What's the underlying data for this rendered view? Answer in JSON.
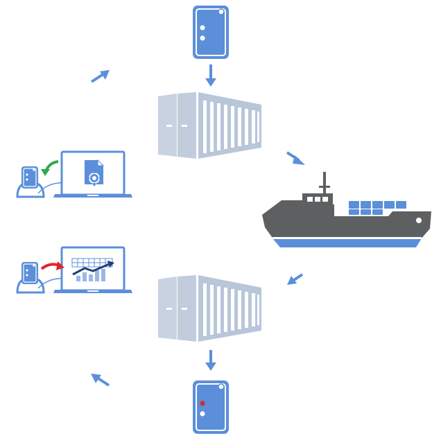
{
  "diagram": {
    "colors": {
      "blue": "#5b8fd9",
      "blue_dark": "#4a7fcf",
      "container_light": "#c8d2e0",
      "container_mid": "#b6c3d6",
      "ship_hull": "#5e5f61",
      "green_arrow": "#2fa84f",
      "red_arrow": "#e0262a",
      "red_led": "#e0262a",
      "white": "#ffffff"
    },
    "nodes": [
      {
        "id": "tracker-top",
        "icon": "gps-tracker-icon",
        "led": "white"
      },
      {
        "id": "container-top",
        "icon": "shipping-container-icon"
      },
      {
        "id": "ship",
        "icon": "container-ship-icon"
      },
      {
        "id": "container-bottom",
        "icon": "shipping-container-icon"
      },
      {
        "id": "tracker-bottom",
        "icon": "gps-tracker-icon",
        "led": "red"
      },
      {
        "id": "laptop-config",
        "icon": "laptop-configuration-icon",
        "arrow_color": "green"
      },
      {
        "id": "laptop-analytics",
        "icon": "laptop-analytics-icon",
        "arrow_color": "red"
      }
    ],
    "flow_arrows": [
      {
        "id": "tracker-to-container",
        "direction": "down"
      },
      {
        "id": "container-to-ship",
        "direction": "down-right"
      },
      {
        "id": "ship-to-container",
        "direction": "down-left"
      },
      {
        "id": "container-to-tracker",
        "direction": "down"
      },
      {
        "id": "tracker-to-analytics",
        "direction": "up-left"
      },
      {
        "id": "config-to-tracker",
        "direction": "up-right"
      }
    ]
  }
}
